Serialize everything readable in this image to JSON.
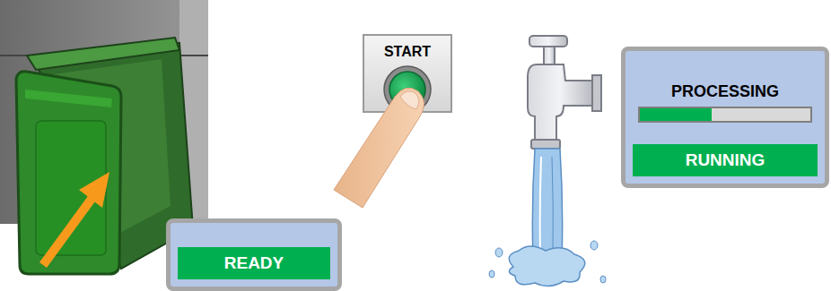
{
  "diagram": {
    "nodes": [
      {
        "text": [
          "READY"
        ]
      },
      {
        "text": [
          "START"
        ]
      },
      {
        "text": [
          "PROCESSING",
          "RUNNING"
        ]
      }
    ]
  }
}
